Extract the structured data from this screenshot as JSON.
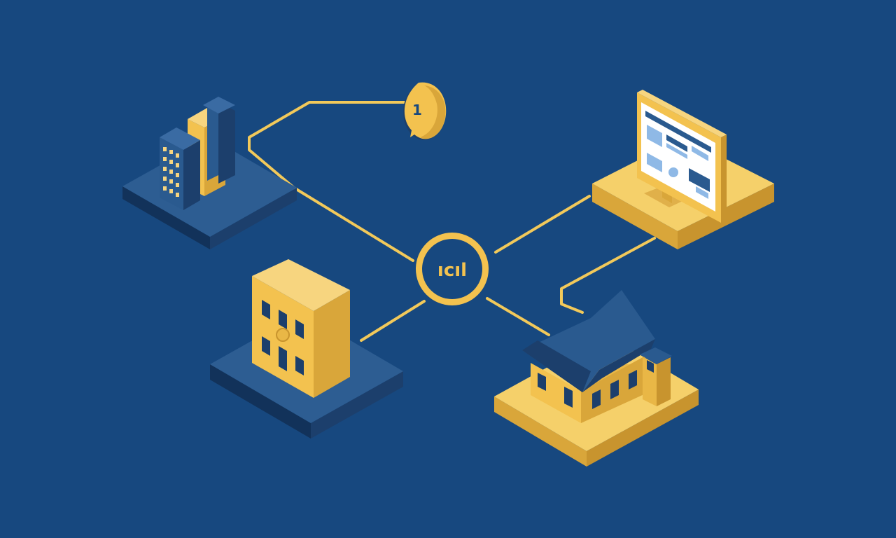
{
  "colors": {
    "background": "#17487f",
    "connector": "#f2c95a",
    "gold": "#f3c24f",
    "gold_light": "#f7d57f",
    "gold_dark": "#d9a63a",
    "blue_top": "#2a5a8f",
    "blue_side": "#1c3f6c",
    "blue_dark": "#12325a",
    "screen_white": "#ffffff",
    "screen_accent": "#8fb9e6"
  },
  "hub": {
    "label": "ıcıl",
    "icon": "signal-icon"
  },
  "notification": {
    "count": "1",
    "icon": "chat-bubble-icon"
  },
  "nodes": [
    {
      "id": "office-towers",
      "icon": "office-building-icon",
      "platform": "blue"
    },
    {
      "id": "computer-monitor",
      "icon": "monitor-icon",
      "platform": "gold"
    },
    {
      "id": "apartment-block",
      "icon": "apartment-building-icon",
      "platform": "blue"
    },
    {
      "id": "house",
      "icon": "house-icon",
      "platform": "gold"
    }
  ]
}
